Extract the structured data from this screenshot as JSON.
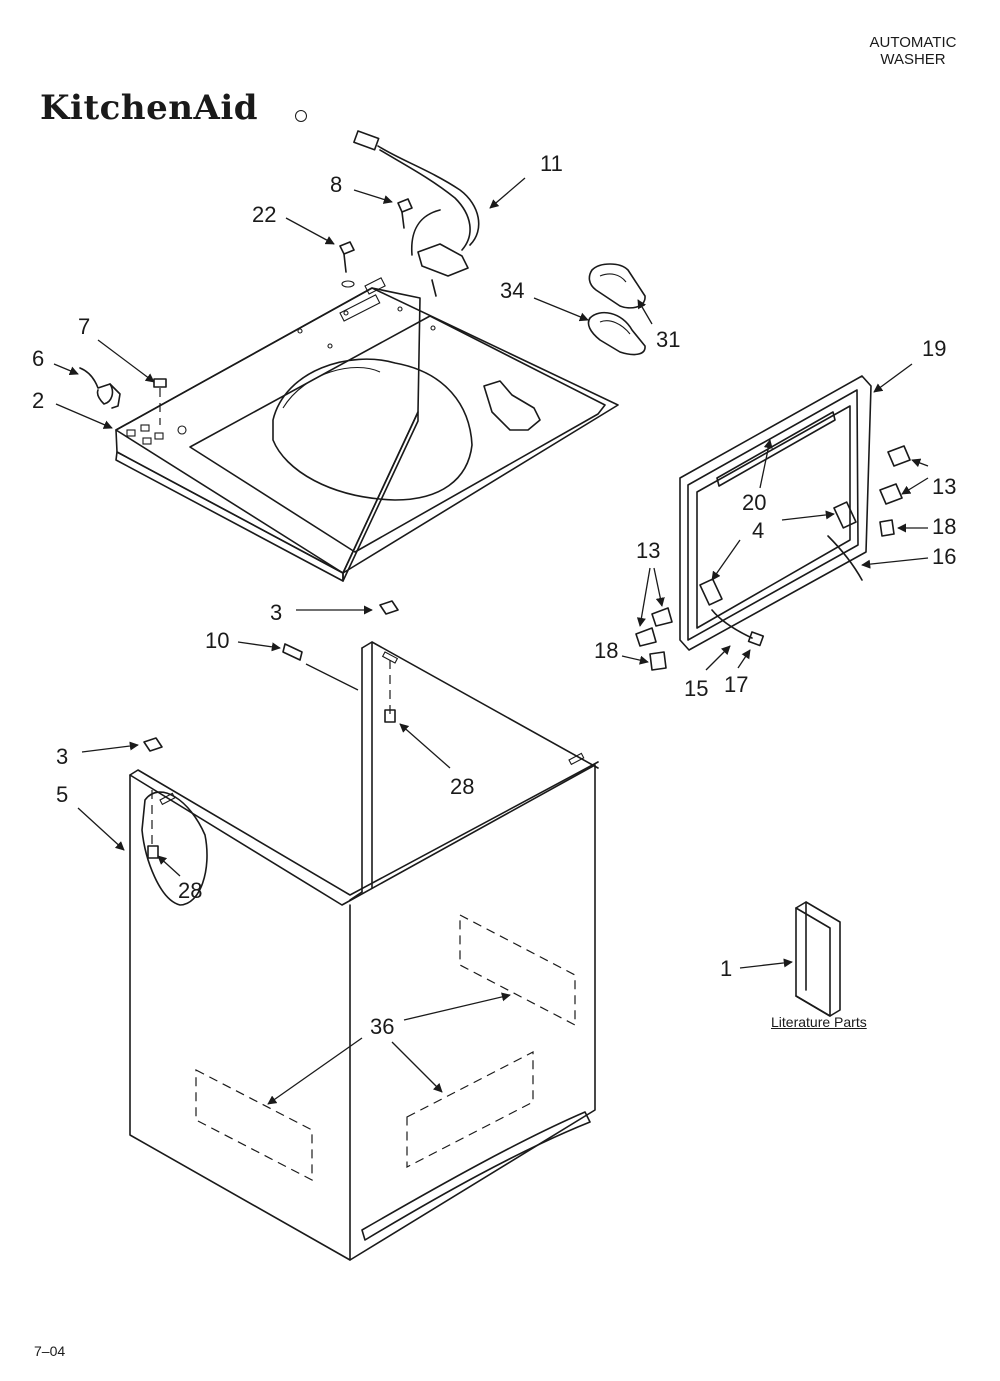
{
  "header": {
    "brand": "KitchenAid",
    "product_line1": "AUTOMATIC",
    "product_line2": "WASHER"
  },
  "callouts": {
    "c1": "1",
    "c2": "2",
    "c3a": "3",
    "c3b": "3",
    "c4": "4",
    "c5": "5",
    "c6": "6",
    "c7": "7",
    "c8": "8",
    "c10": "10",
    "c11": "11",
    "c13a": "13",
    "c13b": "13",
    "c15": "15",
    "c16": "16",
    "c17": "17",
    "c18a": "18",
    "c18b": "18",
    "c19": "19",
    "c20": "20",
    "c22": "22",
    "c28a": "28",
    "c28b": "28",
    "c31": "31",
    "c34": "34",
    "c36": "36"
  },
  "literature_label": "Literature Parts",
  "footer": {
    "date_code": "7–04"
  }
}
